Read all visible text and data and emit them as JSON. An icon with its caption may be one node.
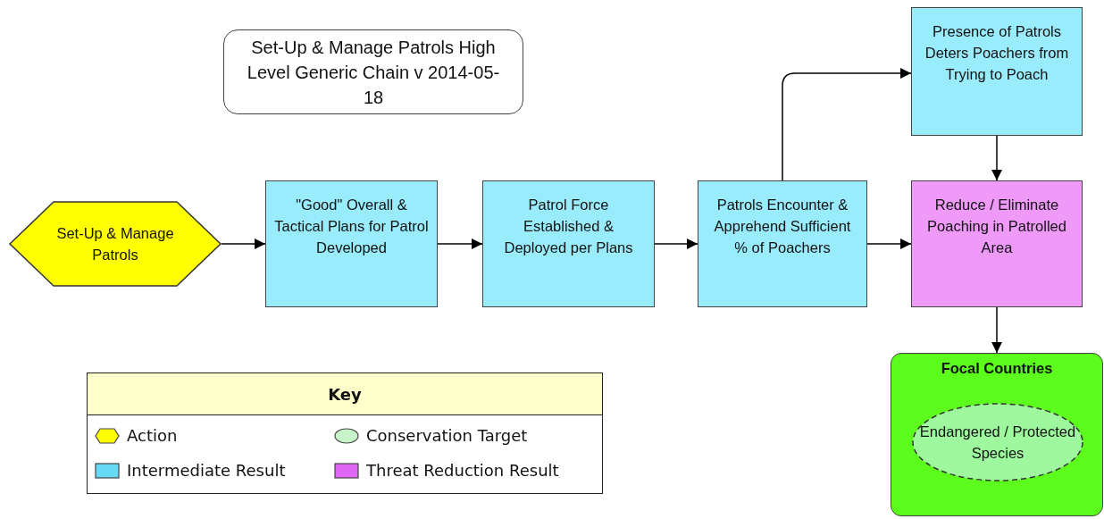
{
  "diagram": {
    "title": "Set-Up & Manage Patrols High Level Generic Chain v 2014-05-18",
    "nodes": [
      {
        "text": [
          "Set-Up & Manage Patrols"
        ]
      },
      {
        "text": [
          "\"Good\" Overall & Tactical Plans for Patrol Developed"
        ]
      },
      {
        "text": [
          "Patrol Force Established & Deployed per Plans"
        ]
      },
      {
        "text": [
          "Patrols Encounter & Apprehend Sufficient % of Poachers"
        ]
      },
      {
        "text": [
          "Presence of Patrols Deters Poachers from Trying to Poach"
        ]
      },
      {
        "text": [
          "Reduce / Eliminate Poaching in Patrolled Area"
        ]
      },
      {
        "text": [
          "Focal Countries"
        ]
      },
      {
        "text": [
          "Endangered / Protected Species"
        ],
        "in": 6
      }
    ],
    "edges": [
      {
        "from": 0,
        "to": 1,
        "arrow": "to"
      },
      {
        "from": 1,
        "to": 2,
        "arrow": "to"
      },
      {
        "from": 2,
        "to": 3,
        "arrow": "to"
      },
      {
        "from": 3,
        "to": 5,
        "arrow": "to"
      },
      {
        "from": 3,
        "to": 4,
        "arrow": "to"
      },
      {
        "from": 4,
        "to": 5,
        "arrow": "to"
      },
      {
        "from": 5,
        "to": 6,
        "arrow": "to"
      }
    ],
    "labels": [
      "Key"
    ],
    "legend": [
      {
        "text": "Action",
        "color": "#ffff00"
      },
      {
        "text": "Conservation Target",
        "color": "#c8f5c8"
      },
      {
        "text": "Intermediate Result",
        "color": "#66d9f5"
      },
      {
        "text": "Threat Reduction Result",
        "color": "#e066f5"
      }
    ]
  }
}
